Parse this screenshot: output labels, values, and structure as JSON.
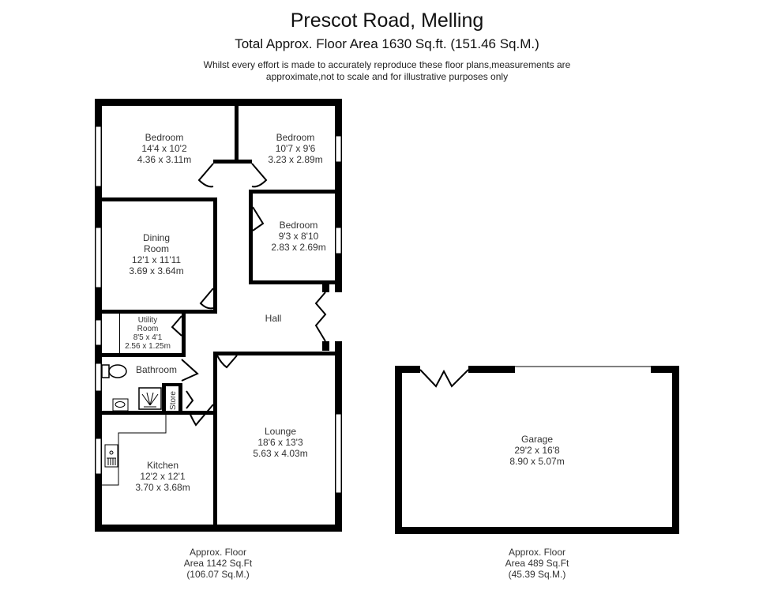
{
  "header": {
    "title": "Prescot Road, Melling",
    "subtitle": "Total Approx. Floor Area 1630 Sq.ft. (151.46 Sq.M.)",
    "disclaimer_line1": "Whilst every effort is made to accurately reproduce these floor plans,measurements are",
    "disclaimer_line2": "approximate,not to scale and for illustrative purposes only"
  },
  "house": {
    "rooms": {
      "bedroom1": {
        "name": "Bedroom",
        "imperial": "14'4 x 10'2",
        "metric": "4.36 x 3.11m"
      },
      "bedroom2": {
        "name": "Bedroom",
        "imperial": "10'7 x 9'6",
        "metric": "3.23 x 2.89m"
      },
      "bedroom3": {
        "name": "Bedroom",
        "imperial": "9'3 x 8'10",
        "metric": "2.83 x 2.69m"
      },
      "dining": {
        "name1": "Dining",
        "name2": "Room",
        "imperial": "12'1 x 11'11",
        "metric": "3.69 x 3.64m"
      },
      "hall": {
        "name": "Hall"
      },
      "utility": {
        "name1": "Utility",
        "name2": "Room",
        "imperial": "8'5 x 4'1",
        "metric": "2.56 x 1.25m"
      },
      "bathroom": {
        "name": "Bathroom"
      },
      "store": {
        "name": "Store"
      },
      "lounge": {
        "name": "Lounge",
        "imperial": "18'6 x 13'3",
        "metric": "5.63 x 4.03m"
      },
      "kitchen": {
        "name": "Kitchen",
        "imperial": "12'2 x 12'1",
        "metric": "3.70 x 3.68m"
      }
    },
    "area": {
      "line1": "Approx. Floor",
      "line2": "Area 1142 Sq.Ft",
      "line3": "(106.07 Sq.M.)"
    }
  },
  "garage": {
    "room": {
      "name": "Garage",
      "imperial": "29'2 x 16'8",
      "metric": "8.90 x 5.07m"
    },
    "area": {
      "line1": "Approx. Floor",
      "line2": "Area 489 Sq.Ft",
      "line3": "(45.39 Sq.M.)"
    }
  }
}
